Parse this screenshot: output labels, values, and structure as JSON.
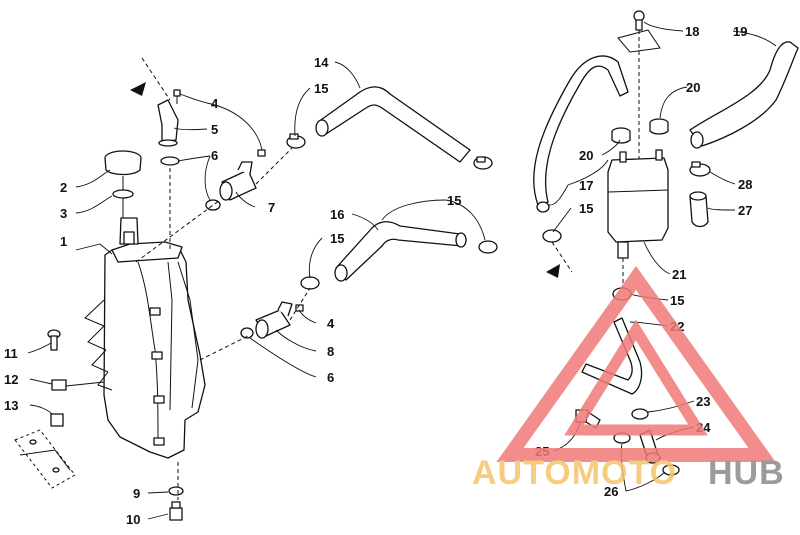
{
  "callouts": [
    {
      "id": "c1",
      "label": "1"
    },
    {
      "id": "c2",
      "label": "2"
    },
    {
      "id": "c3",
      "label": "3"
    },
    {
      "id": "c4a",
      "label": "4"
    },
    {
      "id": "c4b",
      "label": "4"
    },
    {
      "id": "c5",
      "label": "5"
    },
    {
      "id": "c6a",
      "label": "6"
    },
    {
      "id": "c6b",
      "label": "6"
    },
    {
      "id": "c7",
      "label": "7"
    },
    {
      "id": "c8",
      "label": "8"
    },
    {
      "id": "c9",
      "label": "9"
    },
    {
      "id": "c10",
      "label": "10"
    },
    {
      "id": "c11",
      "label": "11"
    },
    {
      "id": "c12",
      "label": "12"
    },
    {
      "id": "c13",
      "label": "13"
    },
    {
      "id": "c14",
      "label": "14"
    },
    {
      "id": "c15a",
      "label": "15"
    },
    {
      "id": "c15b",
      "label": "15"
    },
    {
      "id": "c15c",
      "label": "15"
    },
    {
      "id": "c15d",
      "label": "15"
    },
    {
      "id": "c15e",
      "label": "15"
    },
    {
      "id": "c16",
      "label": "16"
    },
    {
      "id": "c17",
      "label": "17"
    },
    {
      "id": "c18",
      "label": "18"
    },
    {
      "id": "c19",
      "label": "19"
    },
    {
      "id": "c20a",
      "label": "20"
    },
    {
      "id": "c20b",
      "label": "20"
    },
    {
      "id": "c21",
      "label": "21"
    },
    {
      "id": "c22",
      "label": "22"
    },
    {
      "id": "c23",
      "label": "23"
    },
    {
      "id": "c24",
      "label": "24"
    },
    {
      "id": "c25",
      "label": "25"
    },
    {
      "id": "c26",
      "label": "26"
    },
    {
      "id": "c27",
      "label": "27"
    },
    {
      "id": "c28",
      "label": "28"
    }
  ],
  "watermark": {
    "part1": "AUTOMOTO",
    "part2": "HUB",
    "color_primary": "#f4c46b",
    "color_secondary": "#8a8a8a",
    "triangle_color": "#f07a78"
  }
}
